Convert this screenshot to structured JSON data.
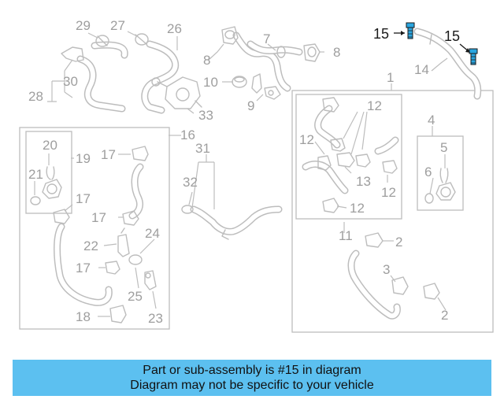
{
  "diagram": {
    "labels": {
      "n1": "1",
      "n2a": "2",
      "n2b": "2",
      "n3": "3",
      "n4": "4",
      "n5": "5",
      "n6": "6",
      "n7": "7",
      "n8a": "8",
      "n8b": "8",
      "n9": "9",
      "n10": "10",
      "n11": "11",
      "n12a": "12",
      "n12b": "12",
      "n12c": "12",
      "n12d": "12",
      "n13": "13",
      "n14": "14",
      "n15a": "15",
      "n15b": "15",
      "n16": "16",
      "n17a": "17",
      "n17b": "17",
      "n17c": "17",
      "n17d": "17",
      "n18": "18",
      "n19": "19",
      "n20": "20",
      "n21": "21",
      "n22": "22",
      "n23": "23",
      "n24": "24",
      "n25": "25",
      "n26": "26",
      "n27": "27",
      "n28": "28",
      "n29": "29",
      "n30": "30",
      "n31": "31",
      "n32": "32",
      "n33": "33"
    },
    "highlight_color": "#2aa6e0",
    "muted_color": "#bdbdbd"
  },
  "banner": {
    "line1": "Part or sub-assembly is #15 in diagram",
    "line2": "Diagram may not be specific to your vehicle",
    "background": "#5cc0f0"
  }
}
